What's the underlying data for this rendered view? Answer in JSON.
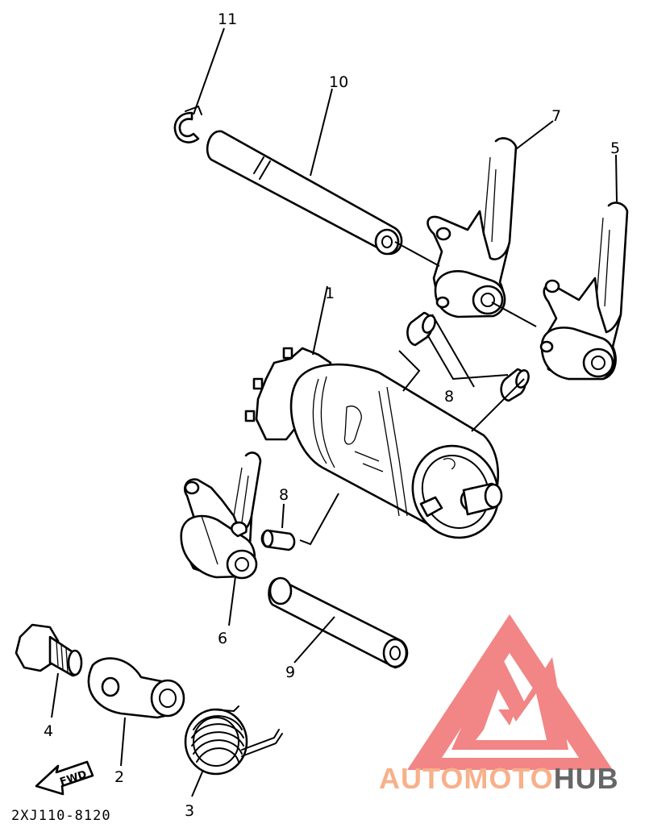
{
  "diagram": {
    "callouts": [
      "1",
      "2",
      "3",
      "4",
      "5",
      "6",
      "7",
      "8",
      "8",
      "9",
      "10",
      "11"
    ],
    "part_code": "2XJ110-8120",
    "fwd_label": "FWD"
  },
  "watermark": {
    "text_part1": "AUTO",
    "text_part2": "MOTO",
    "text_part3": "HUB",
    "color_light": "#f8b08a",
    "color_dark": "#666666",
    "logo_color": "#f07070"
  }
}
